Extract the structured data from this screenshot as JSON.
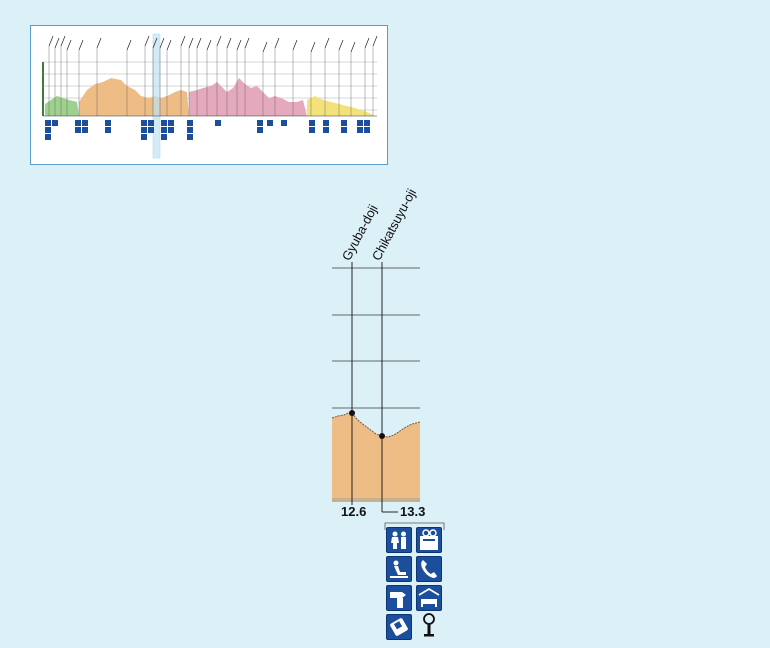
{
  "colors": {
    "background": "#dcf0f8",
    "terrain_orange": "#eebd86",
    "terrain_green": "#9fd08e",
    "terrain_pink": "#e5a9be",
    "terrain_yellow": "#f3e27a",
    "icon_blue": "#1b4f9e",
    "highlight_band": "#bfe3f5"
  },
  "detail": {
    "markers": [
      {
        "name": "Gyuba-doji",
        "km": "12.6"
      },
      {
        "name": "Chikatsuyu-oji",
        "km": "13.3"
      }
    ],
    "facility_icons": [
      "restroom-icon",
      "vending-machine-icon",
      "rest-area-icon",
      "telephone-icon",
      "drinking-water-icon",
      "accommodation-icon",
      "first-aid-icon",
      "spring-water-icon"
    ]
  }
}
